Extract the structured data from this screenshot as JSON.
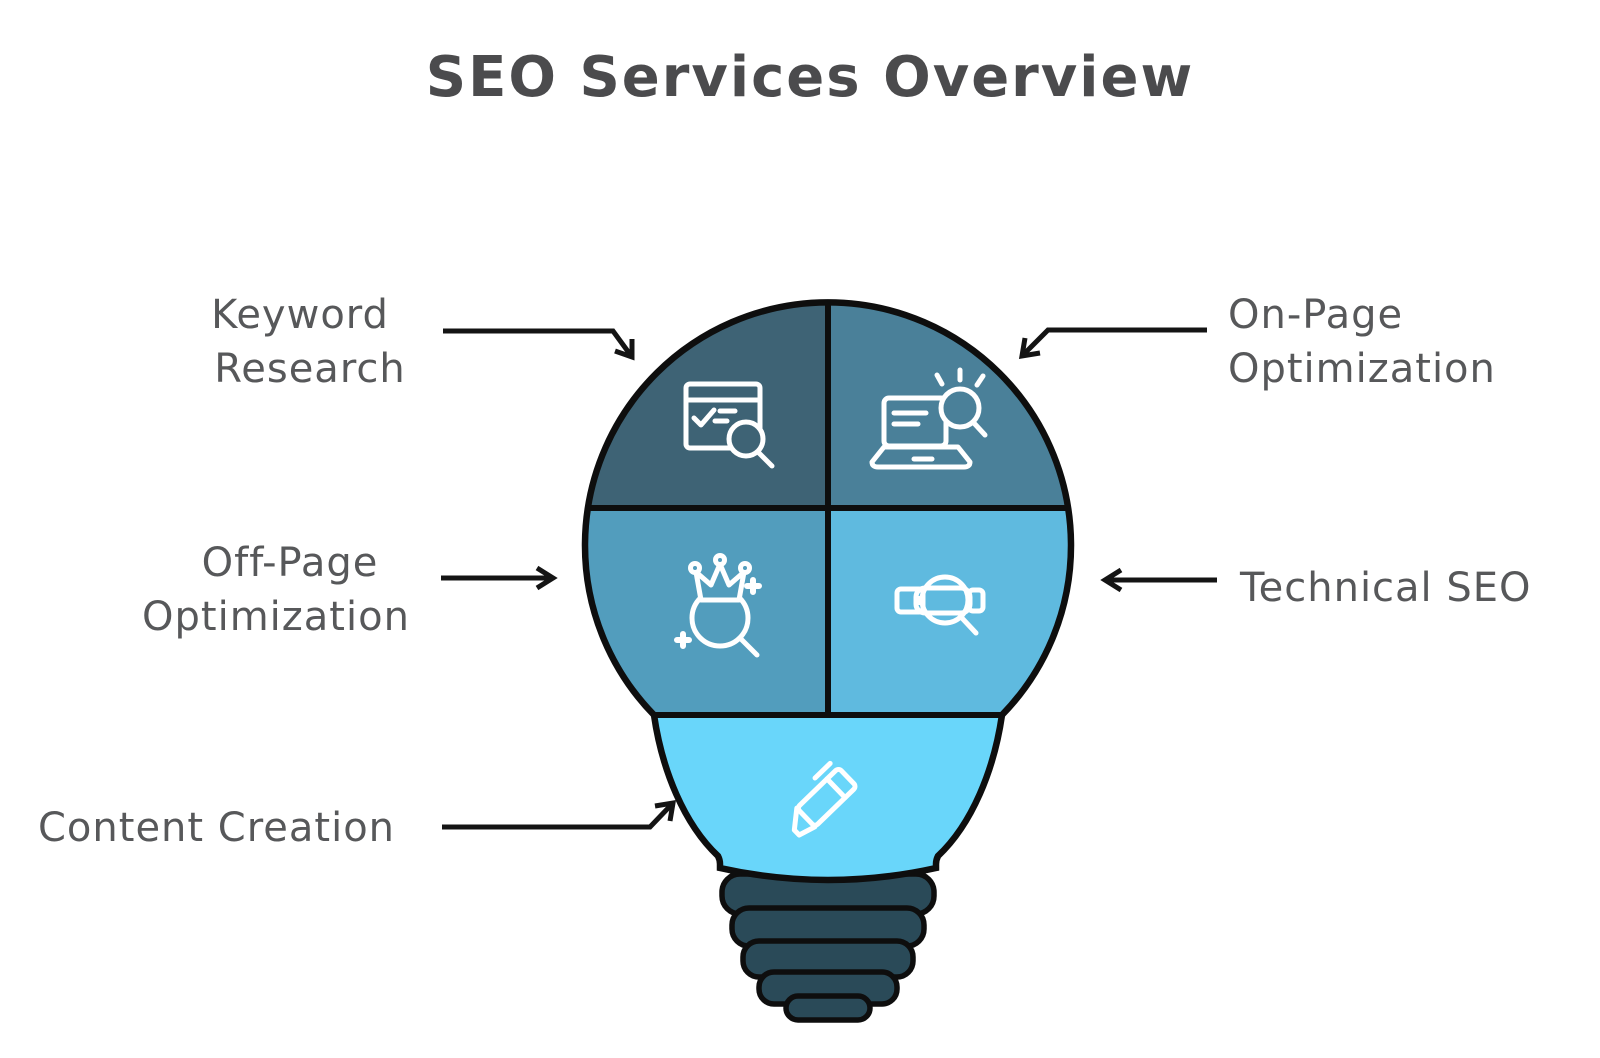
{
  "title": "SEO Services Overview",
  "colors": {
    "background": "#FFFFFF",
    "title_text": "#4B4B4D",
    "label_text": "#57585A",
    "arrow": "#141414",
    "outline": "#0E0E0E",
    "icon_stroke": "#FFFFFF",
    "segment_top_left": "#3E6375",
    "segment_top_right": "#4A8099",
    "segment_mid_left": "#529DBD",
    "segment_mid_right": "#5FBADF",
    "segment_bottom": "#69D6FA",
    "bulb_base": "#2A4A58"
  },
  "labels": {
    "keyword_research": {
      "line1": "Keyword",
      "line2": "Research"
    },
    "on_page": {
      "line1": "On-Page",
      "line2": "Optimization"
    },
    "off_page": {
      "line1": "Off-Page",
      "line2": "Optimization"
    },
    "technical_seo": {
      "line1": "Technical SEO"
    },
    "content_creation": {
      "line1": "Content Creation"
    }
  },
  "segments": [
    {
      "name": "Keyword Research",
      "position": "top-left",
      "icon": "browser-search-icon"
    },
    {
      "name": "On-Page Optimization",
      "position": "top-right",
      "icon": "laptop-search-icon"
    },
    {
      "name": "Off-Page Optimization",
      "position": "middle-left",
      "icon": "crown-magnifier-icon"
    },
    {
      "name": "Technical SEO",
      "position": "middle-right",
      "icon": "scan-magnifier-icon"
    },
    {
      "name": "Content Creation",
      "position": "bottom",
      "icon": "marker-pen-icon"
    }
  ]
}
